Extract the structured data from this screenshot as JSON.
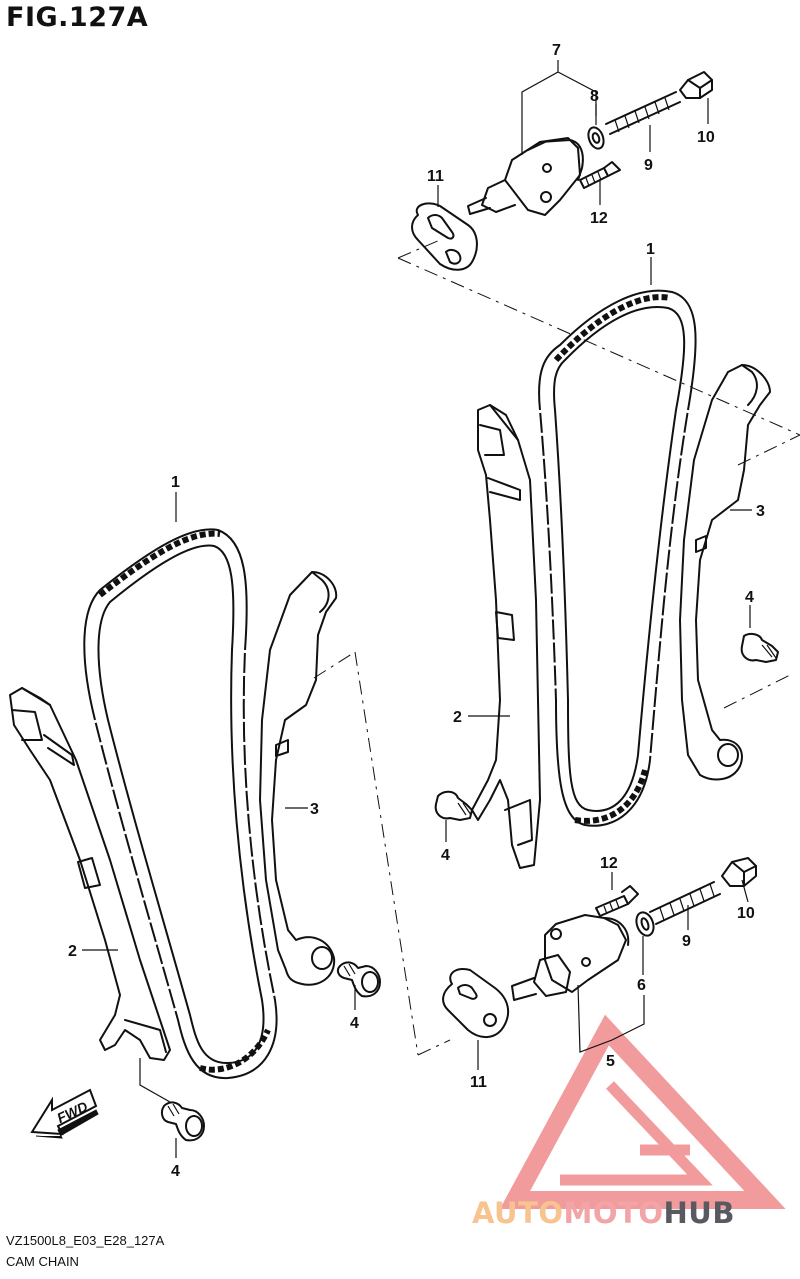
{
  "figure_title": "FIG.127A",
  "footer": {
    "model_code": "VZ1500L8_E03_E28_127A",
    "section_name": "CAM CHAIN"
  },
  "watermark": {
    "brand_auto": "AUTO",
    "brand_moto": "MOTO",
    "brand_hub": "HUB",
    "color_auto": "#f7c48f",
    "color_moto": "#f2a4a6",
    "color_hub": "#585a5f",
    "color_logo": "#f08a8c"
  },
  "callouts": {
    "top_7": "7",
    "top_8": "8",
    "top_9": "9",
    "top_10": "10",
    "top_11": "11",
    "top_12": "12",
    "rv_1": "1",
    "rv_2": "2",
    "rv_3": "3",
    "rv_4a": "4",
    "rv_4b": "4",
    "lv_1": "1",
    "lv_2": "2",
    "lv_3": "3",
    "lv_4a": "4",
    "lv_4b": "4",
    "bot_12": "12",
    "bot_10": "10",
    "bot_9": "9",
    "bot_6": "6",
    "bot_5": "5",
    "bot_11": "11"
  },
  "fwd_label": "FWD"
}
